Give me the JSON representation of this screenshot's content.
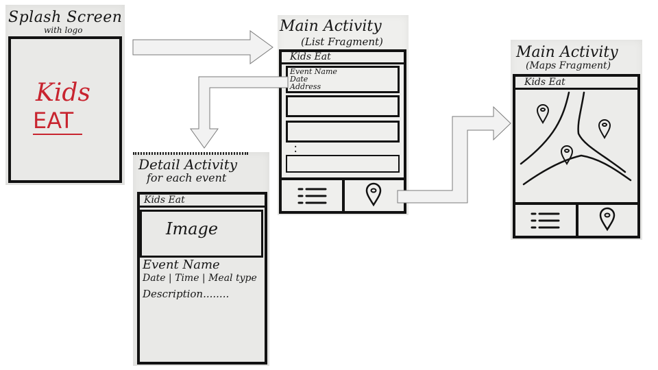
{
  "screens": {
    "splash": {
      "title": "Splash Screen",
      "subtitle": "with logo",
      "logo_line1": "Kids",
      "logo_line2": "EAT"
    },
    "list": {
      "title": "Main Activity",
      "subtitle": "(List Fragment)",
      "appbar": "Kids Eat",
      "item_line1": "Event Name",
      "item_line2": "Date",
      "item_line3": "Address",
      "nav_list_icon": "list-icon",
      "nav_map_icon": "map-pin-icon"
    },
    "detail": {
      "title": "Detail Activity",
      "subtitle": "for each event",
      "appbar": "Kids Eat",
      "image_label": "Image",
      "event_name": "Event Name",
      "event_meta": "Date | Time | Meal type",
      "event_desc": "Description........"
    },
    "maps": {
      "title": "Main Activity",
      "subtitle": "(Maps Fragment)",
      "appbar": "Kids Eat",
      "nav_list_icon": "list-icon",
      "nav_map_icon": "map-pin-icon"
    }
  },
  "colors": {
    "ink": "#121212",
    "logo": "#c8242f",
    "paper": "#e9e9e7",
    "arrow_fill": "#f2f2f2",
    "arrow_stroke": "#7a7a7a"
  }
}
